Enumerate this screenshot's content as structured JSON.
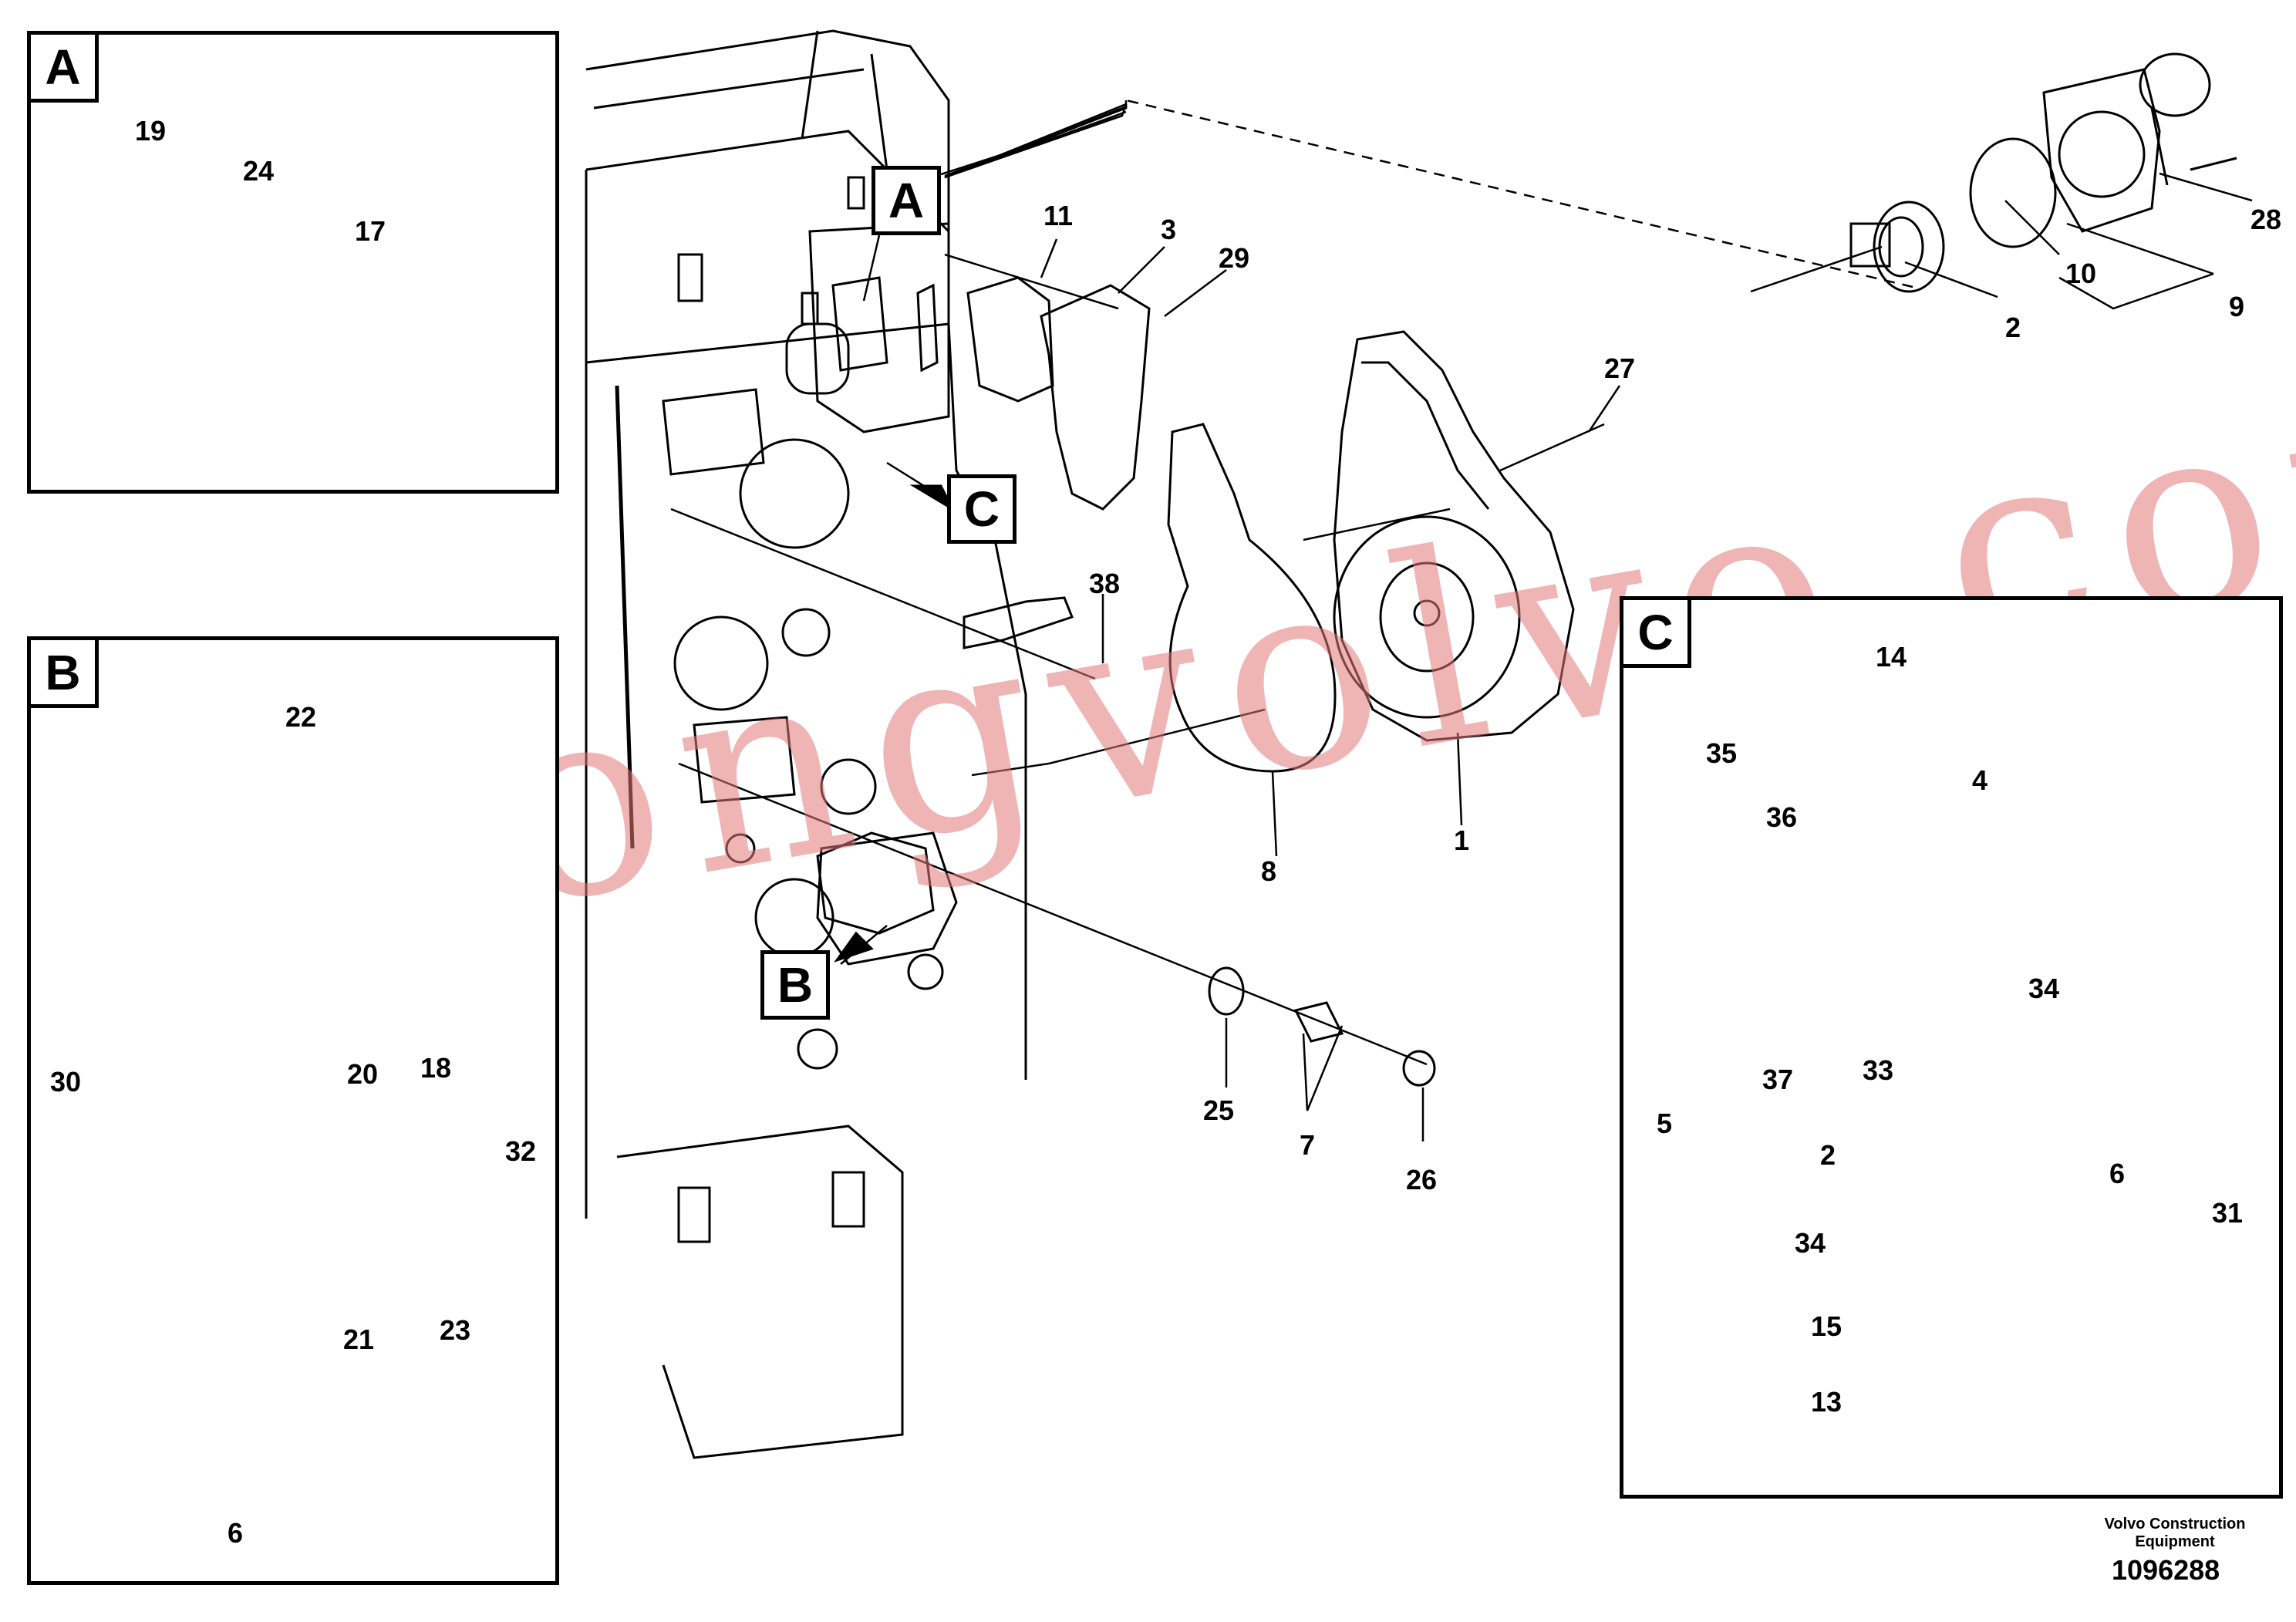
{
  "insets": {
    "a": {
      "tag": "A"
    },
    "b": {
      "tag": "B"
    },
    "c": {
      "tag": "C"
    }
  },
  "callouts": {
    "a": "A",
    "b": "B",
    "c": "C"
  },
  "numbers": {
    "n1": "1",
    "n2": "2",
    "n3": "3",
    "n7": "7",
    "n8": "8",
    "n9": "9",
    "n10": "10",
    "n11": "11",
    "n25": "25",
    "n26": "26",
    "n27": "27",
    "n28": "28",
    "n29": "29",
    "n38": "38",
    "a19": "19",
    "a24": "24",
    "a17": "17",
    "b22": "22",
    "b30": "30",
    "b20": "20",
    "b18": "18",
    "b32": "32",
    "b21": "21",
    "b23": "23",
    "b6": "6",
    "c14": "14",
    "c35": "35",
    "c36": "36",
    "c4": "4",
    "c34a": "34",
    "c5": "5",
    "c37": "37",
    "c33": "33",
    "c2": "2",
    "c6": "6",
    "c31": "31",
    "c34b": "34",
    "c15": "15",
    "c13": "13"
  },
  "footer": {
    "line1": "Volvo Construction",
    "line2": "Equipment",
    "doc": "1096288"
  },
  "watermark": "strongvolvo.com"
}
